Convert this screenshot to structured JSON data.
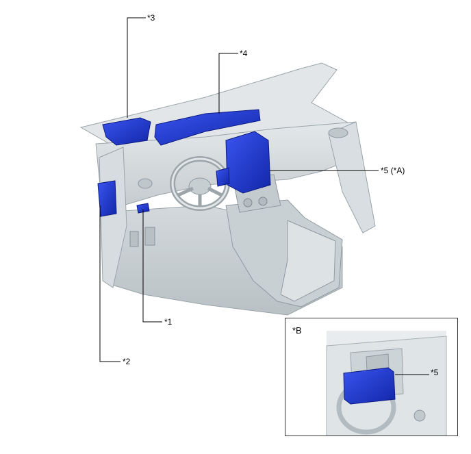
{
  "callouts": {
    "c1": "*1",
    "c2": "*2",
    "c3": "*3",
    "c4": "*4",
    "c5a": "*5 (*A)"
  },
  "inset": {
    "label": "*B",
    "callout": "*5"
  },
  "colors": {
    "interior": "#cfd5d8",
    "interior_dark": "#aab3b8",
    "interior_light": "#e6eaec",
    "highlight": "#1f35d6",
    "highlight_dark": "#12229a",
    "line": "#000000"
  }
}
